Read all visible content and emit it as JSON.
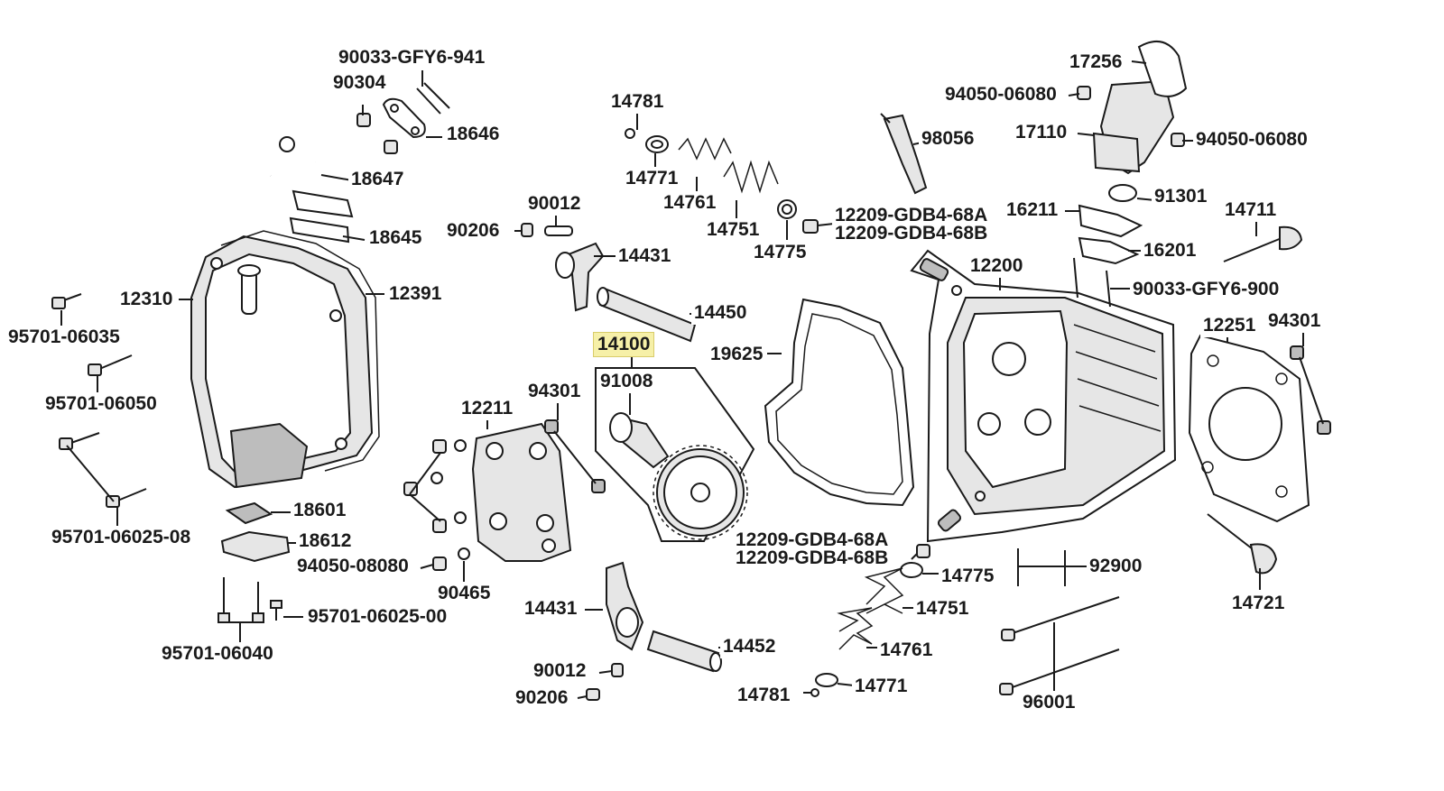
{
  "diagram": {
    "highlight_color": "#f6f0a8",
    "labels": {
      "p90033_gfy6_941": "90033-GFY6-941",
      "p90304": "90304",
      "p18646": "18646",
      "p18647": "18647",
      "p18645": "18645",
      "p12310": "12310",
      "p12391": "12391",
      "p95701_06035": "95701-06035",
      "p95701_06050": "95701-06050",
      "p95701_06025_08": "95701-06025-08",
      "p18601": "18601",
      "p18612": "18612",
      "p95701_06025_00": "95701-06025-00",
      "p95701_06040": "95701-06040",
      "p14781_top": "14781",
      "p14771_top": "14771",
      "p14761_top": "14761",
      "p14751_top": "14751",
      "p14775_top": "14775",
      "p12209_68a_top": "12209-GDB4-68A",
      "p12209_68b_top": "12209-GDB4-68B",
      "p90012_top": "90012",
      "p90206_top": "90206",
      "p14431_top": "14431",
      "p14450": "14450",
      "p14100": "14100",
      "p91008": "91008",
      "p94301_mid": "94301",
      "p12211": "12211",
      "p94050_08080": "94050-08080",
      "p90465": "90465",
      "p14431_bot": "14431",
      "p14452": "14452",
      "p90012_bot": "90012",
      "p90206_bot": "90206",
      "p19625": "19625",
      "p98056": "98056",
      "p17256": "17256",
      "p94050_06080_l": "94050-06080",
      "p17110": "17110",
      "p94050_06080_r": "94050-06080",
      "p16211": "16211",
      "p91301": "91301",
      "p14711": "14711",
      "p16201": "16201",
      "p12200": "12200",
      "p90033_gfy6_900": "90033-GFY6-900",
      "p12251": "12251",
      "p94301_right": "94301",
      "p12209_68a_bot": "12209-GDB4-68A",
      "p12209_68b_bot": "12209-GDB4-68B",
      "p14775_bot": "14775",
      "p92900": "92900",
      "p14751_bot": "14751",
      "p14761_bot": "14761",
      "p14771_bot": "14771",
      "p14781_bot": "14781",
      "p96001": "96001",
      "p14721": "14721"
    }
  }
}
